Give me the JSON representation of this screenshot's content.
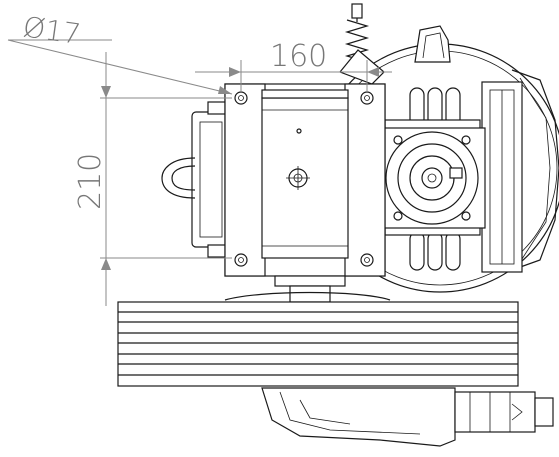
{
  "dimensions": {
    "hole_diameter": "Ø17",
    "width": "160",
    "height": "210"
  },
  "colors": {
    "line": "#1a1a1a",
    "dimension": "#8a8a8a",
    "dimension_text": "#777777",
    "background": "#ffffff"
  }
}
